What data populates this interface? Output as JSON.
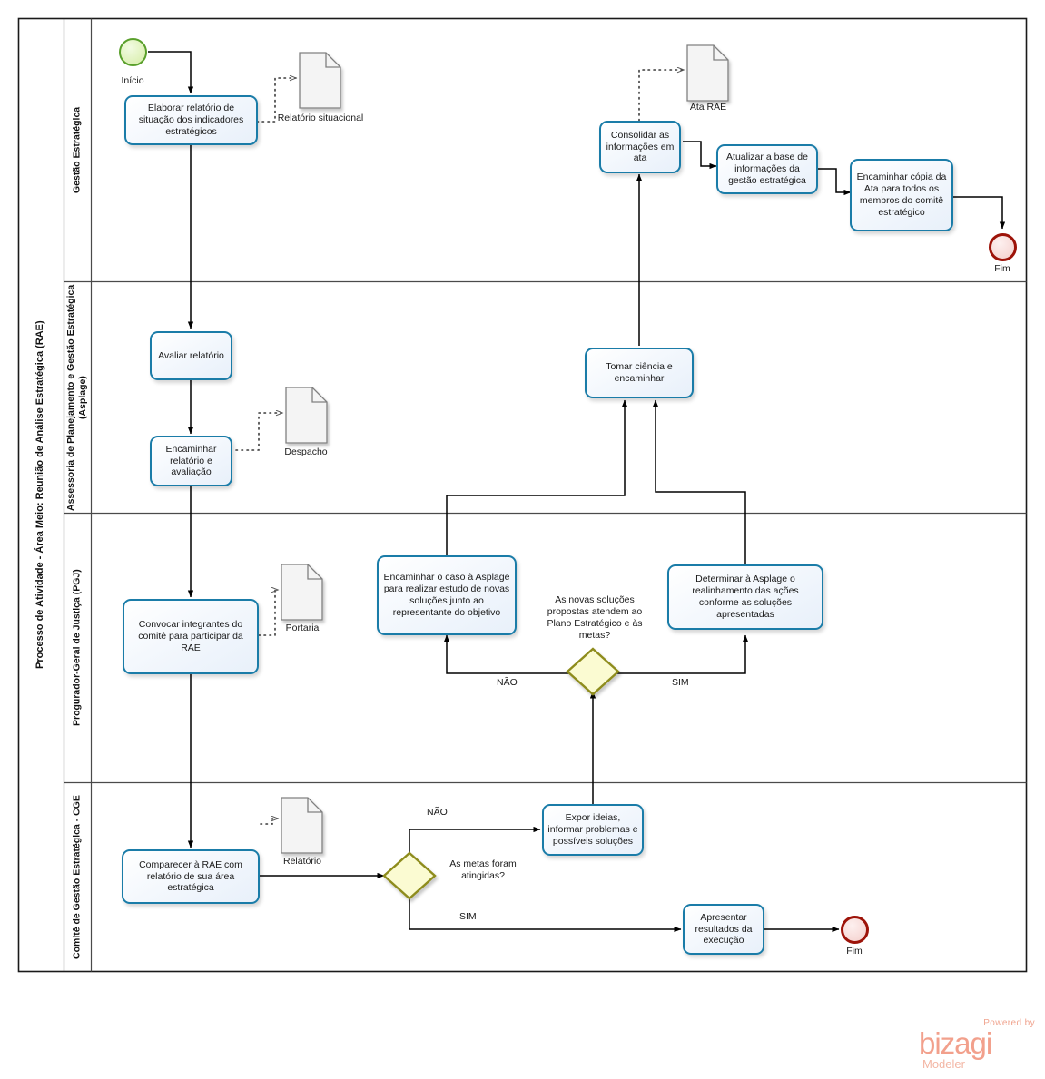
{
  "pool": {
    "title": "Processo de Atividade - Área Meio: Reunião de Análise Estratégica (RAE)"
  },
  "lanes": [
    {
      "id": "lane-gestao-estrategica",
      "label": "Gestão Estratégica"
    },
    {
      "id": "lane-asplage",
      "label": "Assessoria de Planejamento e Gestão Estratégica (Asplage)"
    },
    {
      "id": "lane-pgj",
      "label": "Progurador-Geral de Justiça (PGJ)"
    },
    {
      "id": "lane-cge",
      "label": "Comitê de Gestão Estratégica - CGE"
    }
  ],
  "events": [
    {
      "id": "start-inicio",
      "type": "start",
      "label": "Início"
    },
    {
      "id": "end-fim-gestao",
      "type": "end",
      "label": "Fim"
    },
    {
      "id": "end-fim-cge",
      "type": "end",
      "label": "Fim"
    }
  ],
  "tasks": [
    {
      "id": "task-elaborar-relatorio",
      "label": "Elaborar relatório de situação dos indicadores estratégicos"
    },
    {
      "id": "task-consolidar-ata",
      "label": "Consolidar as informações em ata"
    },
    {
      "id": "task-atualizar-base",
      "label": "Atualizar a base de informações da gestão estratégica"
    },
    {
      "id": "task-encaminhar-copia-ata",
      "label": "Encaminhar cópia da Ata para todos os membros do comitê estratégico"
    },
    {
      "id": "task-avaliar-relatorio",
      "label": "Avaliar relatório"
    },
    {
      "id": "task-encaminhar-relatorio-avaliacao",
      "label": "Encaminhar relatório e avaliação"
    },
    {
      "id": "task-tomar-ciencia",
      "label": "Tomar ciência e encaminhar"
    },
    {
      "id": "task-convocar-integrantes",
      "label": "Convocar integrantes do comitê para participar da RAE"
    },
    {
      "id": "task-encaminhar-caso-asplage",
      "label": "Encaminhar o caso à Asplage para realizar estudo de novas soluções junto ao representante do objetivo"
    },
    {
      "id": "task-determinar-realinhamento",
      "label": "Determinar à Asplage o realinhamento das ações conforme as soluções apresentadas"
    },
    {
      "id": "task-comparecer-rae",
      "label": "Comparecer à RAE com relatório de sua área estratégica"
    },
    {
      "id": "task-expor-ideias",
      "label": "Expor ideias, informar problemas e possíveis soluções"
    },
    {
      "id": "task-apresentar-resultados",
      "label": "Apresentar resultados da execução"
    }
  ],
  "gateways": [
    {
      "id": "gateway-metas-atingidas",
      "label": "As metas foram atingidas?"
    },
    {
      "id": "gateway-novas-solucoes",
      "label": "As novas soluções propostas atendem ao Plano Estratégico e às metas?"
    }
  ],
  "documents": [
    {
      "id": "doc-relatorio-situacional",
      "label": "Relatório situacional"
    },
    {
      "id": "doc-ata-rae",
      "label": "Ata RAE"
    },
    {
      "id": "doc-despacho",
      "label": "Despacho"
    },
    {
      "id": "doc-portaria",
      "label": "Portaria"
    },
    {
      "id": "doc-relatorio",
      "label": "Relatório"
    }
  ],
  "flow_labels": [
    {
      "id": "flow-label-nao-metas",
      "text": "NÃO"
    },
    {
      "id": "flow-label-sim-metas",
      "text": "SIM"
    },
    {
      "id": "flow-label-nao-solucoes",
      "text": "NÃO"
    },
    {
      "id": "flow-label-sim-solucoes",
      "text": "SIM"
    }
  ],
  "logo": {
    "powered_by": "Powered by",
    "brand": "bizagi",
    "product": "Modeler"
  },
  "colors": {
    "task_border": "#1a7ca8",
    "start_border": "#5aa02c",
    "end_border": "#9d1309",
    "gateway_border": "#8e8c1f",
    "gateway_fill": "#fbfbd2",
    "document_border": "#808080",
    "pool_border": "#1a1a1a",
    "logo": "#f2a08c"
  }
}
